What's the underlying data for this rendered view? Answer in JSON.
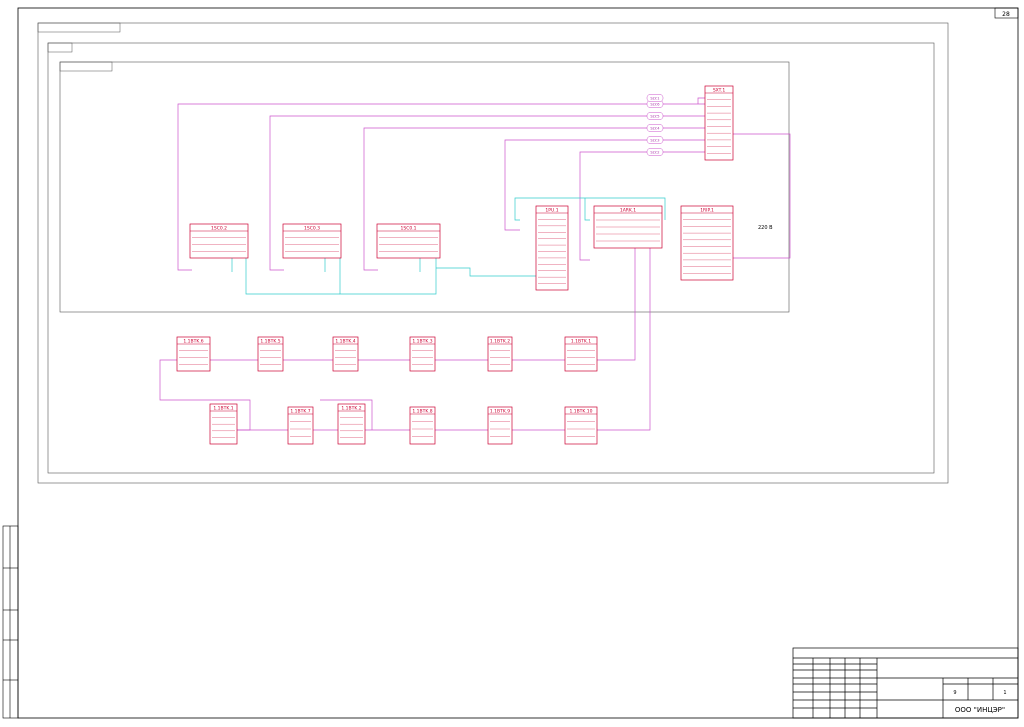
{
  "sheet": {
    "page_number": "28",
    "frame_title": "",
    "floor_label": "",
    "cabinet_label": "",
    "note": "",
    "format": ""
  },
  "colors": {
    "frame": "#000000",
    "equipment": "#cc0033",
    "wire_cable": "#cc55cc",
    "wire_interface": "#33cccc"
  },
  "equipment": [
    {
      "id": "sxt1",
      "label": "SXT.1"
    },
    {
      "id": "s1",
      "label": "1SC0.2"
    },
    {
      "id": "s2",
      "label": "1SC0.3"
    },
    {
      "id": "s3",
      "label": "1SC0.1"
    },
    {
      "id": "kpu1",
      "label": "1PU.1"
    },
    {
      "id": "kpu2",
      "label": "1ARK.1"
    },
    {
      "id": "kpu3",
      "label": "1RIP.1"
    },
    {
      "id": "ba1",
      "label": "1.1BTK.6"
    },
    {
      "id": "ba2",
      "label": "1.1BTK.5"
    },
    {
      "id": "ba3",
      "label": "1.1BTK.4"
    },
    {
      "id": "ba4",
      "label": "1.1BTK.3"
    },
    {
      "id": "ba5",
      "label": "1.1BTK.2"
    },
    {
      "id": "ba6",
      "label": "1.1BTK.1"
    },
    {
      "id": "bb1",
      "label": "1.1BTK.1"
    },
    {
      "id": "bb2",
      "label": "1.1BTK.7"
    },
    {
      "id": "bb3",
      "label": "1.1BTK.2"
    },
    {
      "id": "bb4",
      "label": "1.1BTK.8"
    },
    {
      "id": "bb5",
      "label": "1.1BTK.9"
    },
    {
      "id": "bb6",
      "label": "1.1BTK.10"
    }
  ],
  "cable_tags": [
    "SLY.6",
    "SLY.5",
    "SLY.4",
    "SLY.3",
    "SLY.2",
    "SLY.1"
  ],
  "power_label": "220 В",
  "title_block": {
    "doc_code": "",
    "organization": "ООО \"ИНЦЭР\"",
    "sheet_no_label": "",
    "sheet_no": "9",
    "sheets_label": "",
    "sheets_total": "1"
  }
}
